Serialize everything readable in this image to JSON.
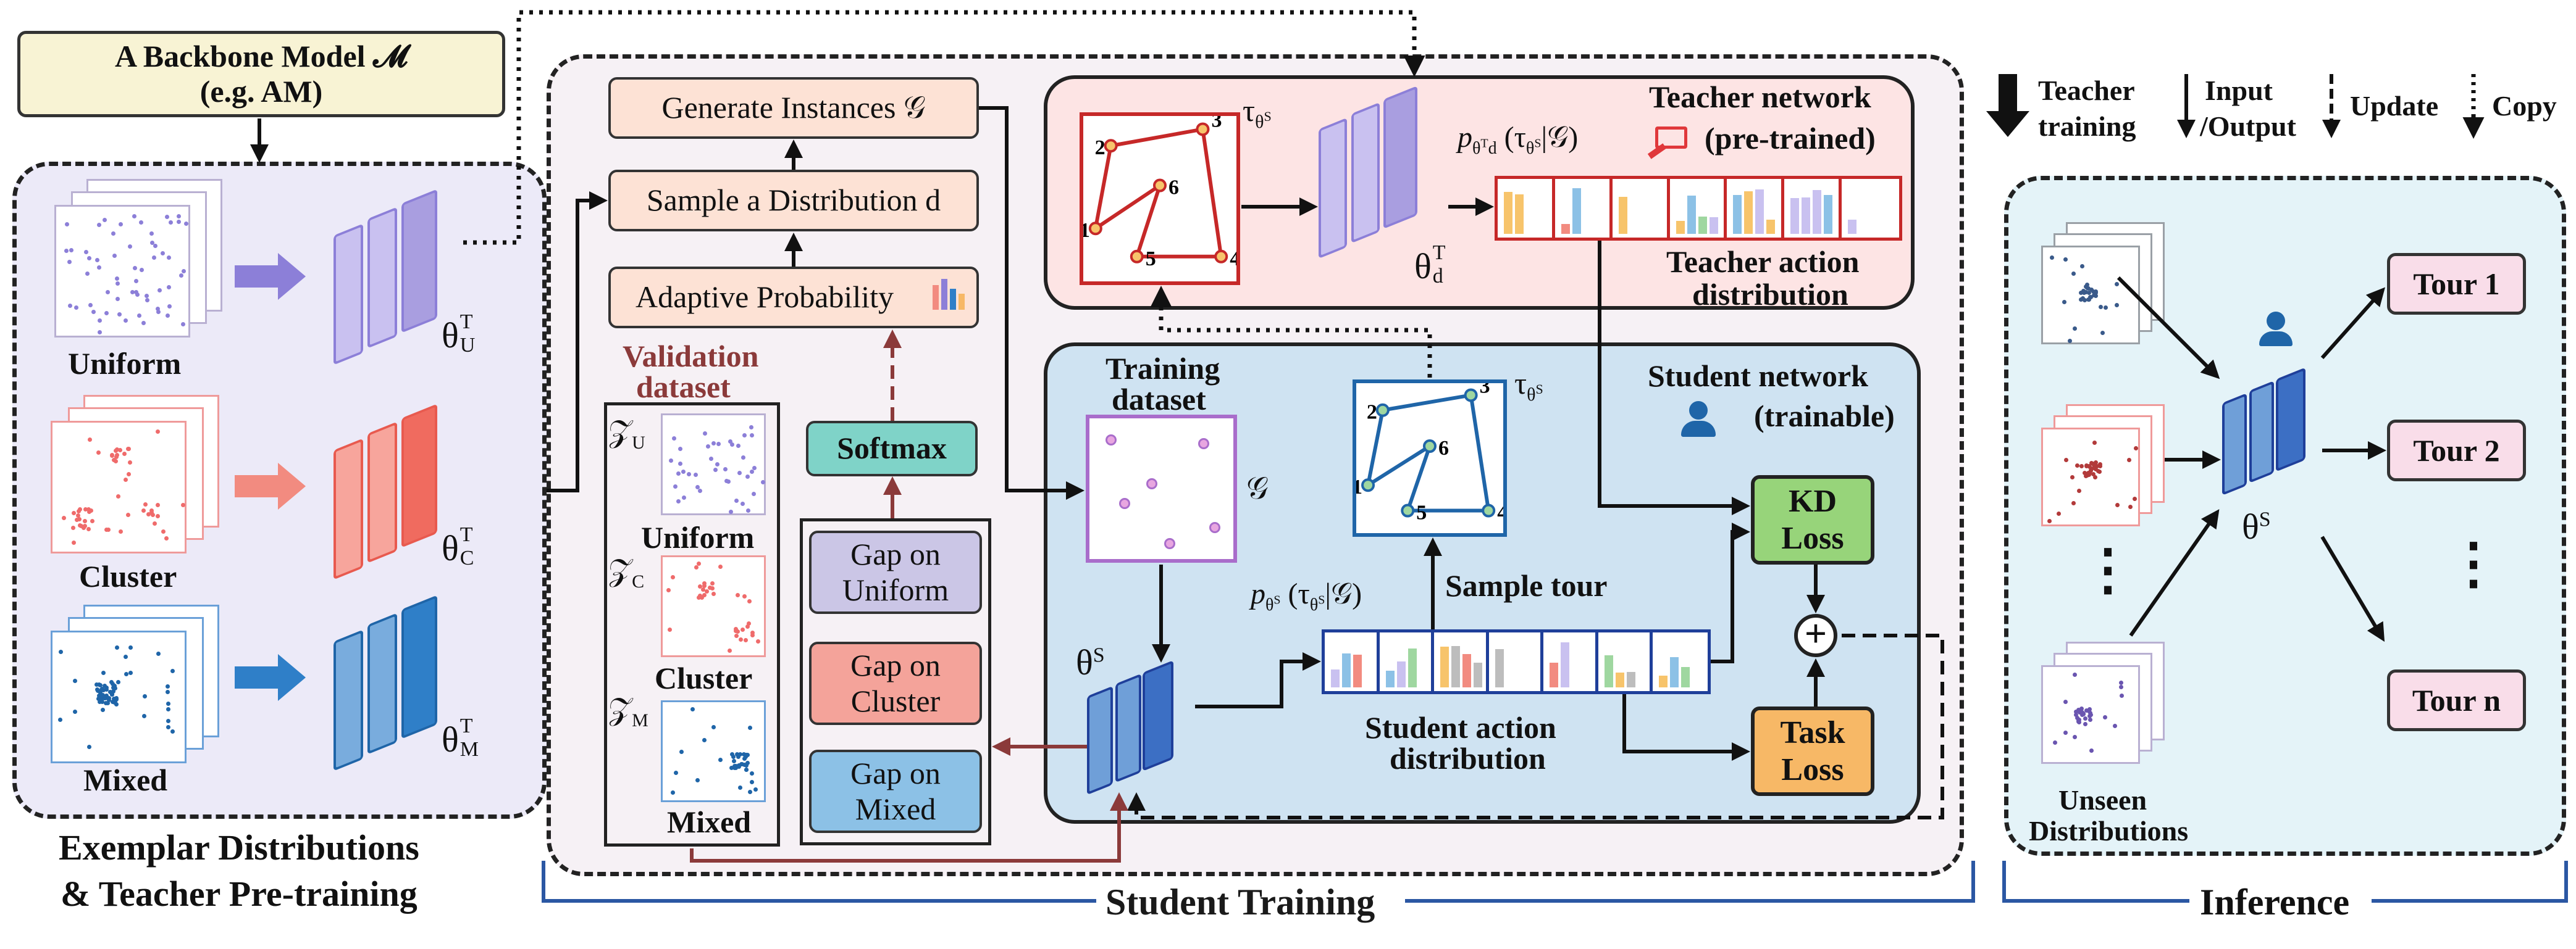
{
  "left": {
    "backbone_line1": "A Backbone Model 𝓜",
    "backbone_line2": "(e.g. AM)",
    "uniform_label": "Uniform",
    "cluster_label": "Cluster",
    "mixed_label": "Mixed",
    "theta_u": "θ",
    "theta_u_sup": "T",
    "theta_u_sub": "U",
    "theta_c": "θ",
    "theta_c_sup": "T",
    "theta_c_sub": "C",
    "theta_m": "θ",
    "theta_m_sup": "T",
    "theta_m_sub": "M",
    "caption_line1": "Exemplar Distributions",
    "caption_line2": "& Teacher Pre-training"
  },
  "middle": {
    "generate_instances": "Generate Instances 𝒢",
    "sample_distribution": "Sample a Distribution d",
    "adaptive_probability": "Adaptive Probability",
    "validation_line1": "Validation",
    "validation_line2": "dataset",
    "z_u": "𝒵",
    "z_u_sub": "U",
    "z_c": "𝒵",
    "z_c_sub": "C",
    "z_m": "𝒵",
    "z_m_sub": "M",
    "val_uniform": "Uniform",
    "val_cluster": "Cluster",
    "val_mixed": "Mixed",
    "softmax": "Softmax",
    "gap_uniform": "Gap on Uniform",
    "gap_cluster": "Gap on Cluster",
    "gap_mixed": "Gap on Mixed",
    "caption": "Student Training"
  },
  "teacher": {
    "title": "Teacher network",
    "pretrained": "(pre-trained)",
    "tau": "τ",
    "tau_sub": "θ",
    "tau_subsub": "S",
    "prob_label": "p",
    "prob_cond": "(τ",
    "prob_given": "|𝒢)",
    "theta": "θ",
    "theta_sup": "T",
    "theta_sub": "d",
    "action_line1": "Teacher action",
    "action_line2": "distribution",
    "node_labels": [
      "1",
      "2",
      "3",
      "4",
      "5",
      "6"
    ]
  },
  "student": {
    "title_line1": "Student network",
    "title_line2": "(trainable)",
    "training_line1": "Training",
    "training_line2": "dataset",
    "g_label": "𝒢",
    "tau": "τ",
    "tau_sub": "θ",
    "tau_subsub": "S",
    "theta": "θ",
    "theta_sup": "S",
    "prob_label": "p",
    "prob_sub": "θ",
    "prob_subsub": "S",
    "prob_cond": "(τ",
    "prob_given": "|𝒢)",
    "sample_tour": "Sample tour",
    "action_line1": "Student action",
    "action_line2": "distribution",
    "kd_line1": "KD",
    "kd_line2": "Loss",
    "task_line1": "Task",
    "task_line2": "Loss",
    "plus": "+",
    "node_labels": [
      "1",
      "2",
      "3",
      "4",
      "5",
      "6"
    ]
  },
  "legend": {
    "teacher_line1": "Teacher",
    "teacher_line2": "training",
    "input_line1": "Input",
    "input_line2": "/Output",
    "update": "Update",
    "copy": "Copy"
  },
  "inference": {
    "tour1": "Tour 1",
    "tour2": "Tour 2",
    "tourn": "Tour n",
    "dots_left": "⋮",
    "dots_right": "⋮",
    "theta": "θ",
    "theta_sup": "S",
    "unseen_line1": "Unseen",
    "unseen_line2": "Distributions",
    "caption": "Inference"
  },
  "colors": {
    "purple": "#a99ee0",
    "red": "#f06b5f",
    "blue": "#2f7fc8",
    "teacher_bg": "#fde4e4",
    "student_bg": "#cfe3f2",
    "inference_bg": "#e4f3f8",
    "left_bg": "#eceaf8",
    "middle_bg": "#f6f1f5",
    "validation_accent": "#8b3a3a",
    "softmax_bg": "#7fd3c8",
    "kd_bg": "#97d47a",
    "task_bg": "#f7b866",
    "tour_bg": "#f9dde9"
  }
}
